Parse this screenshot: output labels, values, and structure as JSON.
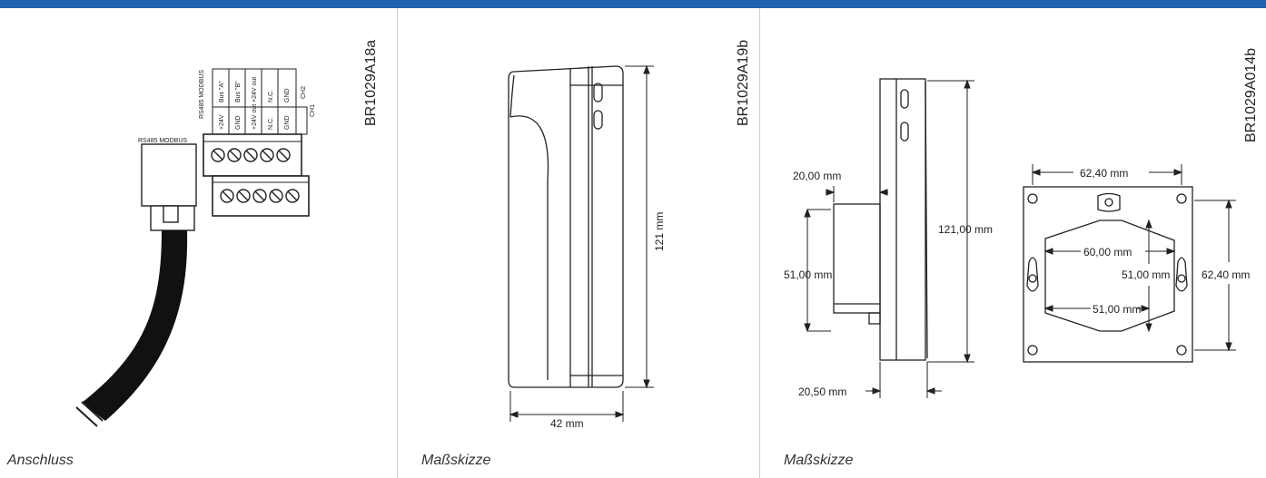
{
  "colors": {
    "accent_bar": "#1e64b0",
    "line": "#222222",
    "divider": "#cfcfcf"
  },
  "panels": [
    {
      "caption": "Anschluss",
      "code": "BR1029A18a",
      "connector_label": "RS485 MODBUS",
      "bus_header": "RS485 MODBUS",
      "ch2_label": "CH2",
      "ch1_label": "CH1",
      "ch2_terminals": [
        "Bus \"A\"",
        "Bus \"B\"",
        "+24V out",
        "N.C.",
        "GND"
      ],
      "ch1_terminals": [
        "+24V",
        "GND",
        "+24V out",
        "N.C.",
        "GND"
      ]
    },
    {
      "caption": "Maßskizze",
      "code": "BR1029A19b",
      "height_dim": "121 mm",
      "width_dim": "42 mm"
    },
    {
      "caption": "Maßskizze",
      "code": "BR1029A014b",
      "side_dims": {
        "top_offset": "20,00 mm",
        "bottom_offset": "20,50 mm",
        "box_height": "51,00 mm",
        "total_height": "121,00 mm"
      },
      "plate_dims": {
        "hole_span_top": "62,40 mm",
        "inner_width": "60,00 mm",
        "inner_height": "51,00 mm",
        "inner_bottom_width": "51,00 mm",
        "outer_height": "62,40 mm"
      }
    }
  ]
}
